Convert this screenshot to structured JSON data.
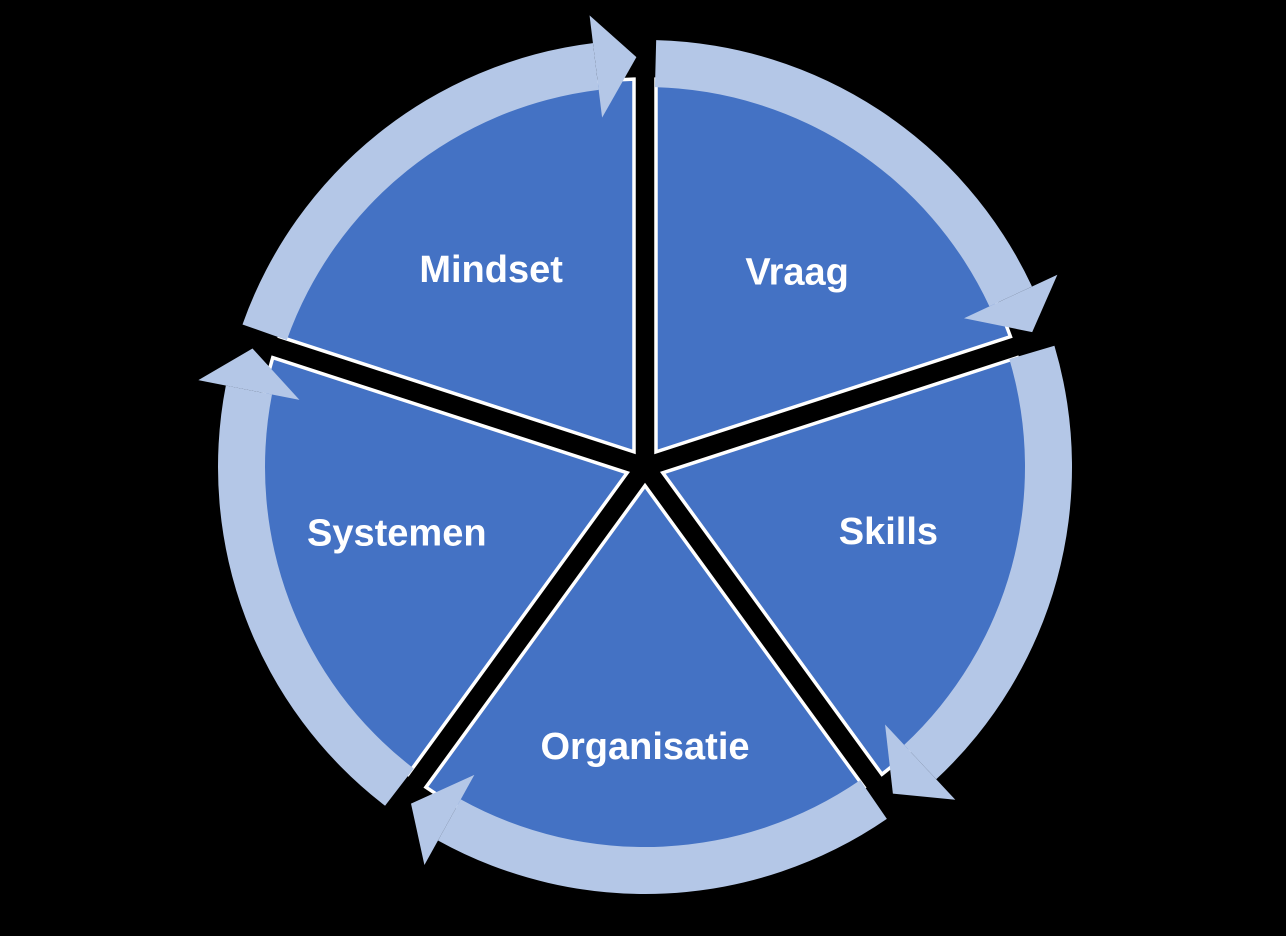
{
  "diagram": {
    "type": "cycle",
    "direction": "clockwise",
    "background_color": "#000000",
    "segment_fill_color": "#4472C4",
    "segment_outline_color": "#FFFFFF",
    "arrow_ring_color": "#B4C7E7",
    "label_color": "#FFFFFF",
    "segments": [
      {
        "label": "Vraag"
      },
      {
        "label": "Skills"
      },
      {
        "label": "Organisatie"
      },
      {
        "label": "Systemen"
      },
      {
        "label": "Mindset"
      }
    ]
  }
}
